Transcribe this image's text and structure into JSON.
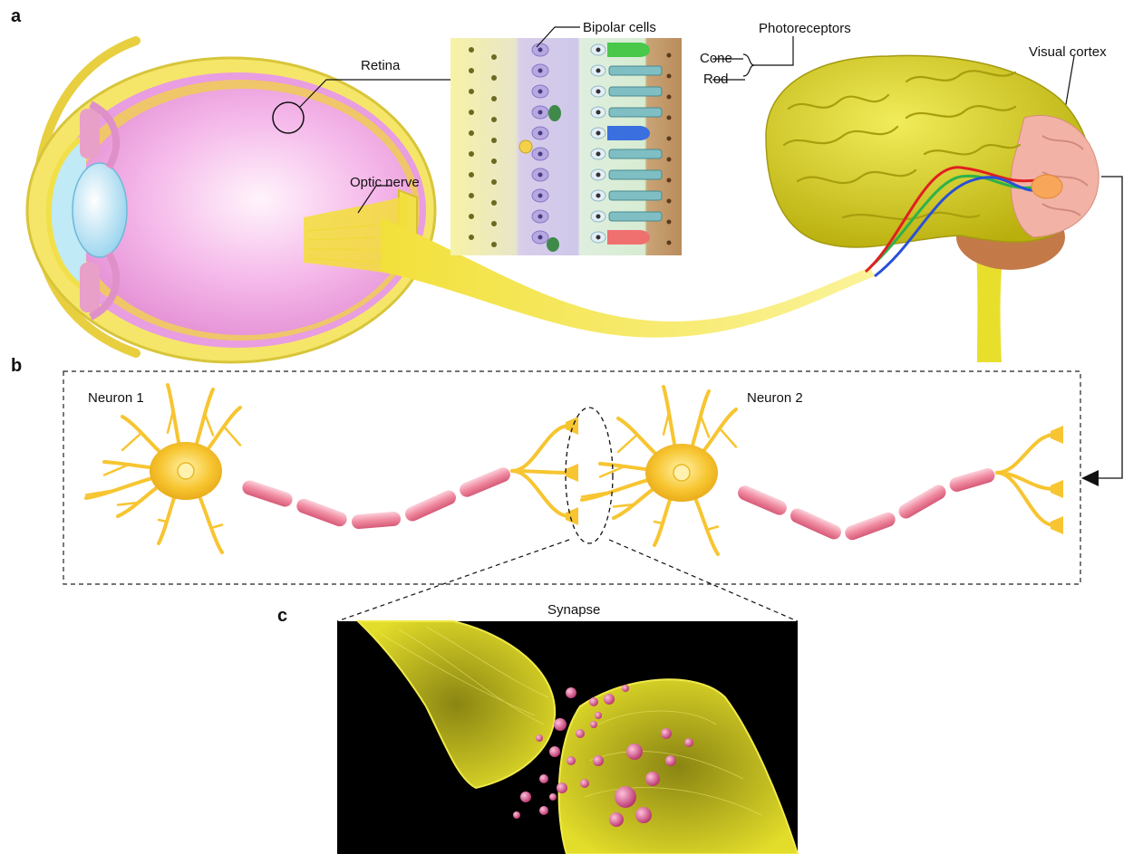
{
  "panels": {
    "a": "a",
    "b": "b",
    "c": "c"
  },
  "labels": {
    "retina": "Retina",
    "optic_nerve": "Optic nerve",
    "bipolar_cells": "Bipolar cells",
    "photoreceptors": "Photoreceptors",
    "cone": "Cone",
    "rod": "Rod",
    "visual_cortex": "Visual cortex",
    "neuron_1": "Neuron 1",
    "neuron_2": "Neuron 2",
    "synapse": "Synapse"
  },
  "colors": {
    "eye_yellow": "#f2e04a",
    "eye_pink": "#f0a8e0",
    "lens_blue": "#a8dcf2",
    "nerve_yellow": "#f5e442",
    "brain_yellow": "#d9d21a",
    "cortex_pink": "#f2b3a6",
    "cerebellum": "#c97a4a",
    "neuron_yellow": "#f7c531",
    "myelin_pink": "#f08aa0",
    "synapse_bg": "#000000",
    "synapse_yellow": "#d8d21e",
    "vesicle_pink": "#e0508a",
    "cone_green": "#49c84a",
    "cone_blue": "#3a6fe0",
    "cone_red": "#f07070",
    "rod_teal": "#7fbfc4"
  }
}
